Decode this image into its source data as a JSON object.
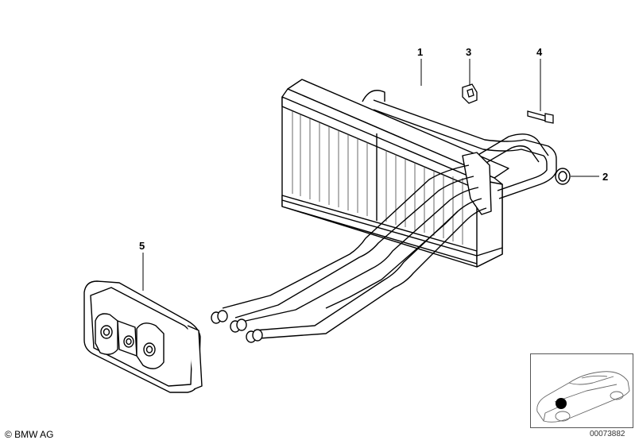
{
  "callouts": {
    "heater_core": "1",
    "seal_ring": "2",
    "clip_nut": "3",
    "screw": "4",
    "grommet": "5"
  },
  "footer": {
    "copyright": "© BMW AG",
    "image_id": "00073882"
  },
  "colors": {
    "line": "#000000",
    "background": "#ffffff",
    "marker": "#000000"
  }
}
